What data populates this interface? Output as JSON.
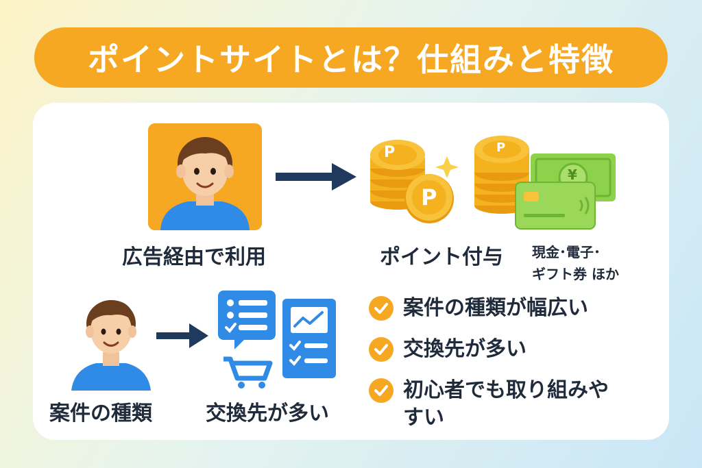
{
  "title": "ポイントサイトとは？仕組みと特徴",
  "flow_top": {
    "step1_label": "広告経由で利用",
    "step2_label": "ポイント付与",
    "exchange_label_line1": "現金･電子･",
    "exchange_label_line2": "ギフト券 ほか",
    "coin_letter": "P",
    "bill_symbol": "¥"
  },
  "flow_bottom": {
    "step1_label": "案件の種類",
    "step2_label": "交換先が多い"
  },
  "features": [
    {
      "text": "案件の種類が幅広い"
    },
    {
      "text": "交換先が多い"
    },
    {
      "text": "初心者でも取り組みやすい"
    }
  ],
  "colors": {
    "accent": "#f7a823",
    "navy": "#1f3a5c",
    "blue": "#2f8be6",
    "green": "#8ed14a"
  }
}
